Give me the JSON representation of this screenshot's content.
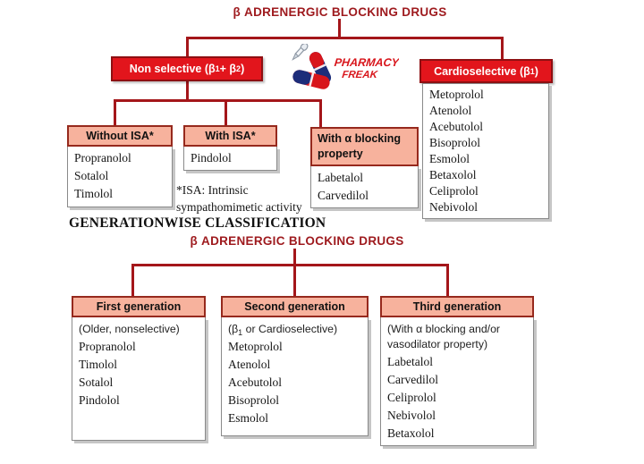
{
  "palette": {
    "red_box": "#e2151c",
    "red_box_border": "#8e0f12",
    "pink_header": "#f7b29d",
    "pink_border": "#96291d",
    "connector": "#a4161a",
    "title_text": "#9e1a1e",
    "logo_red": "#d8151b",
    "logo_blue": "#1d2d7a"
  },
  "diagram1": {
    "title": "β ADRENERGIC BLOCKING DRUGS",
    "non_selective": {
      "label": "Non selective (β~1~ + β~2~)"
    },
    "cardioselective": {
      "label": "Cardioselective (β~1~)",
      "drugs": [
        "Metoprolol",
        "Atenolol",
        "Acebutolol",
        "Bisoprolol",
        "Esmolol",
        "Betaxolol",
        "Celiprolol",
        "Nebivolol"
      ]
    },
    "without_isa": {
      "label": "Without ISA*",
      "drugs": [
        "Propranolol",
        "Sotalol",
        "Timolol"
      ]
    },
    "with_isa": {
      "label": "With ISA*",
      "drugs": [
        "Pindolol"
      ]
    },
    "alpha_blocking": {
      "label": "With α blocking property",
      "drugs": [
        "Labetalol",
        "Carvedilol"
      ]
    },
    "isa_note": "*ISA: Intrinsic sympathomimetic activity"
  },
  "section_heading": "GENERATIONWISE CLASSIFICATION",
  "diagram2": {
    "title": "β ADRENERGIC BLOCKING DRUGS",
    "generations": [
      {
        "label": "First generation",
        "subtitle": "(Older, nonselective)",
        "drugs": [
          "Propranolol",
          "Timolol",
          "Sotalol",
          "Pindolol"
        ]
      },
      {
        "label": "Second generation",
        "subtitle": "(β~1~ or Cardioselective)",
        "drugs": [
          "Metoprolol",
          "Atenolol",
          "Acebutolol",
          "Bisoprolol",
          "Esmolol"
        ]
      },
      {
        "label": "Third generation",
        "subtitle": "(With α blocking and/or vasodilator property)",
        "drugs": [
          "Labetalol",
          "Carvedilol",
          "Celiprolol",
          "Nebivolol",
          "Betaxolol"
        ]
      }
    ]
  },
  "logo": {
    "line1": "PHARMACY",
    "line2": "FREAK"
  }
}
